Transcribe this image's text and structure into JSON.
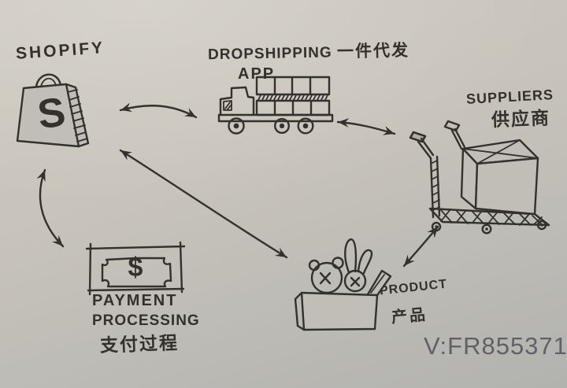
{
  "nodes": {
    "shopify": {
      "label": "SHOPIFY",
      "icon": "shopping-bag-icon",
      "bag_letter": "S"
    },
    "dropshipping_app": {
      "label_en": "DROPSHIPPING",
      "label_zh": "一件代发",
      "label_line2": "APP",
      "icon": "delivery-truck-icon"
    },
    "suppliers": {
      "label_en": "SUPPLIERS",
      "label_zh": "供应商",
      "icon": "hand-truck-box-icon"
    },
    "product": {
      "label_en": "PRODUCT",
      "label_zh": "产品",
      "icon": "toy-box-icon"
    },
    "payment_processing": {
      "label_en_line1": "PAYMENT",
      "label_en_line2": "PROCESSING",
      "label_zh": "支付过程",
      "icon": "dollar-bill-icon",
      "bill_symbol": "$"
    }
  },
  "edges": [
    {
      "from": "shopify",
      "to": "dropshipping_app",
      "style": "double-arrow"
    },
    {
      "from": "dropshipping_app",
      "to": "suppliers",
      "style": "double-arrow"
    },
    {
      "from": "shopify",
      "to": "payment_processing",
      "style": "double-arrow"
    },
    {
      "from": "shopify",
      "to": "product",
      "style": "double-arrow"
    },
    {
      "from": "product",
      "to": "suppliers",
      "style": "double-arrow"
    }
  ],
  "watermark": "V:FR855371",
  "colors": {
    "ink": "#33312c",
    "paper_top": "#cdc9c0",
    "paper_bottom": "#b2b2af",
    "watermark": "#53565b"
  }
}
